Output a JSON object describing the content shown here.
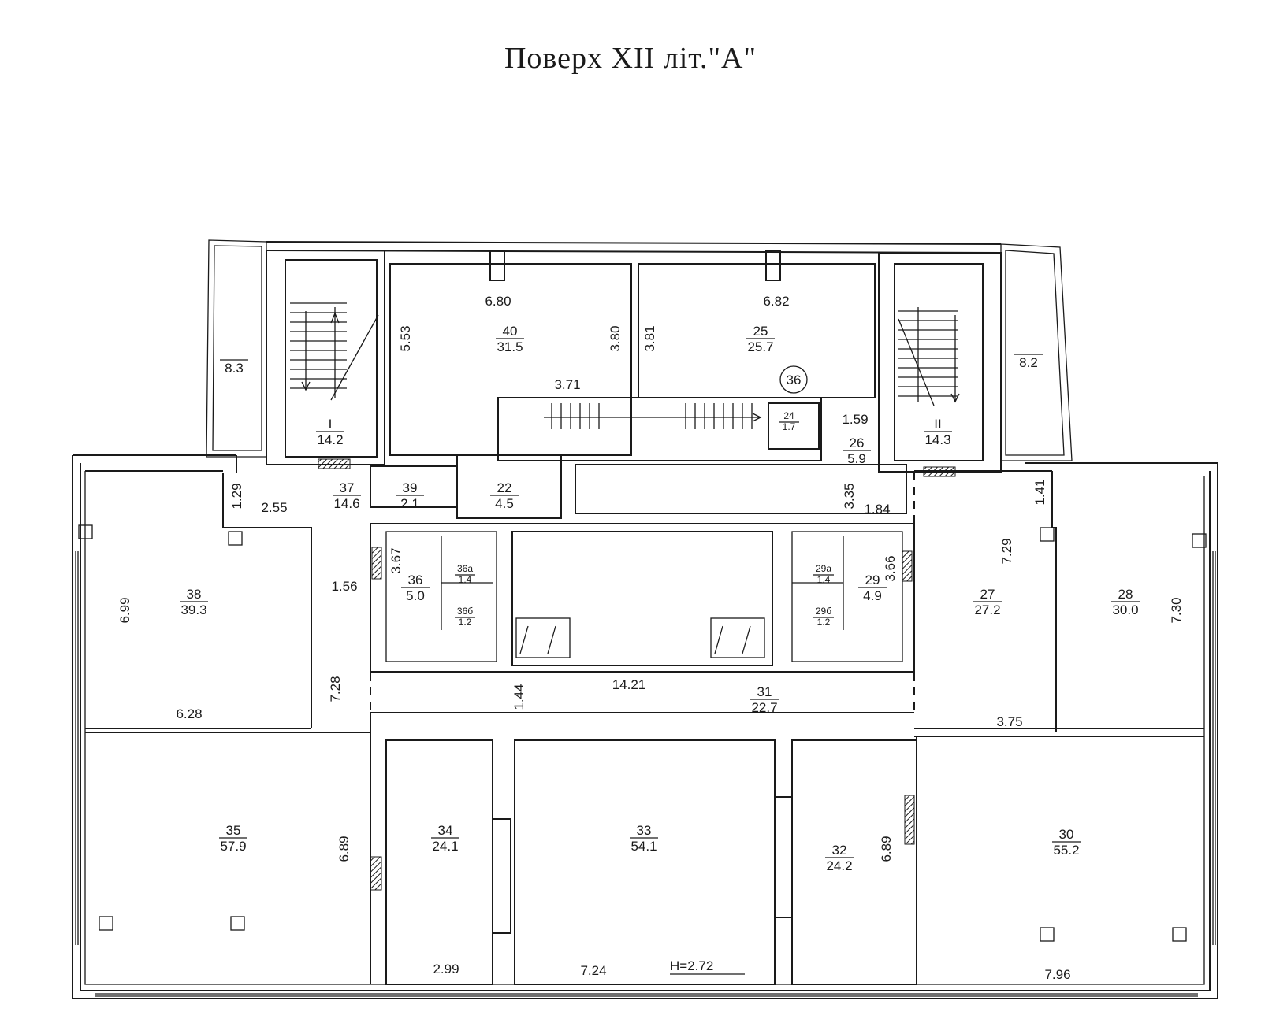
{
  "title": "Поверх  XII  літ.\"А\"",
  "height_note": "H=2.72",
  "rooms": [
    {
      "id": "40",
      "area": "31.5"
    },
    {
      "id": "25",
      "area": "25.7"
    },
    {
      "id": "I",
      "area": "14.2"
    },
    {
      "id": "II",
      "area": "14.3"
    },
    {
      "id": "",
      "area": "8.3"
    },
    {
      "id": "",
      "area": "8.2"
    },
    {
      "id": "24",
      "area": "1.7"
    },
    {
      "id": "26",
      "area": "5.9"
    },
    {
      "id": "37",
      "area": "14.6"
    },
    {
      "id": "39",
      "area": "2.1"
    },
    {
      "id": "22",
      "area": "4.5"
    },
    {
      "id": "38",
      "area": "39.3"
    },
    {
      "id": "36",
      "area": "5.0"
    },
    {
      "id": "36а",
      "area": "1.4"
    },
    {
      "id": "36б",
      "area": "1.2"
    },
    {
      "id": "29а",
      "area": "1.4"
    },
    {
      "id": "29б",
      "area": "1.2"
    },
    {
      "id": "29",
      "area": "4.9"
    },
    {
      "id": "27",
      "area": "27.2"
    },
    {
      "id": "28",
      "area": "30.0"
    },
    {
      "id": "31",
      "area": "22.7"
    },
    {
      "id": "35",
      "area": "57.9"
    },
    {
      "id": "34",
      "area": "24.1"
    },
    {
      "id": "33",
      "area": "54.1"
    },
    {
      "id": "32",
      "area": "24.2"
    },
    {
      "id": "30",
      "area": "55.2"
    }
  ],
  "circle_marker": "36",
  "dimensions": [
    "6.80",
    "6.82",
    "5.53",
    "3.80",
    "3.81",
    "3.71",
    "1.59",
    "1.29",
    "2.55",
    "3.35",
    "1.84",
    "1.41",
    "7.29",
    "6.99",
    "1.56",
    "3.67",
    "3.66",
    "7.30",
    "7.28",
    "1.44",
    "14.21",
    "6.28",
    "3.75",
    "6.89",
    "6.89",
    "2.99",
    "7.24",
    "7.96"
  ]
}
